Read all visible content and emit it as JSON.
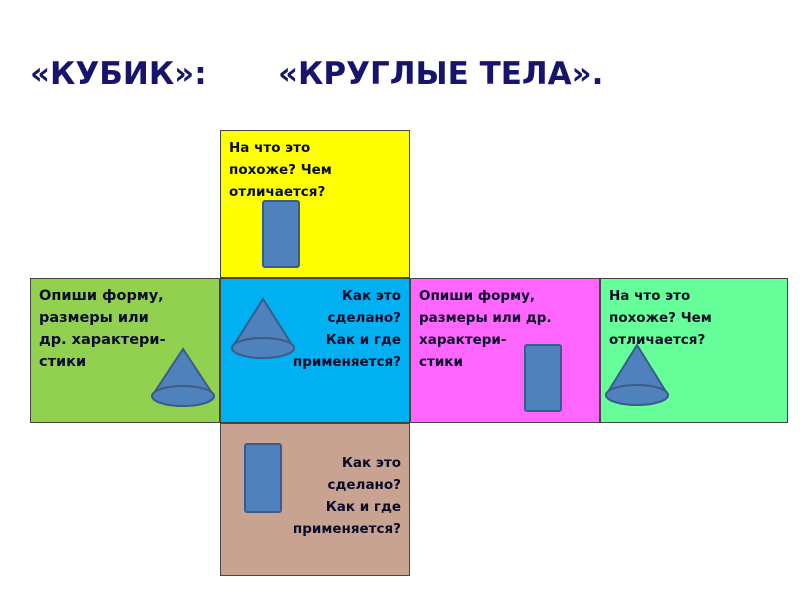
{
  "title": {
    "left": "«КУБИК»:",
    "right": "«КРУГЛЫЕ ТЕЛА»."
  },
  "faces": {
    "top": {
      "text": "На что это\nпохоже? Чем\nотличается?",
      "color": "#ffff00",
      "shape": "cylinder"
    },
    "left": {
      "text": "Опиши форму,\nразмеры или\nдр. характери-\nстики",
      "color": "#92d050",
      "shape": "cone"
    },
    "center": {
      "text": "Как это\nсделано?\nКак и где\nприменяется?",
      "color": "#00b0f0",
      "shape": "cone"
    },
    "right": {
      "text": "Опиши форму,\nразмеры или др.\nхарактери-\nстики",
      "color": "#ff66ff",
      "shape": "cylinder"
    },
    "far_right": {
      "text": "На что это\nпохоже? Чем\nотличается?",
      "color": "#66ff99",
      "shape": "cone"
    },
    "bottom": {
      "text": "Как это\nсделано?\nКак и где\nприменяется?",
      "color": "#c8a392",
      "shape": "cylinder"
    }
  },
  "shape_colors": {
    "fill": "#4f81bd",
    "stroke": "#385d8a"
  }
}
